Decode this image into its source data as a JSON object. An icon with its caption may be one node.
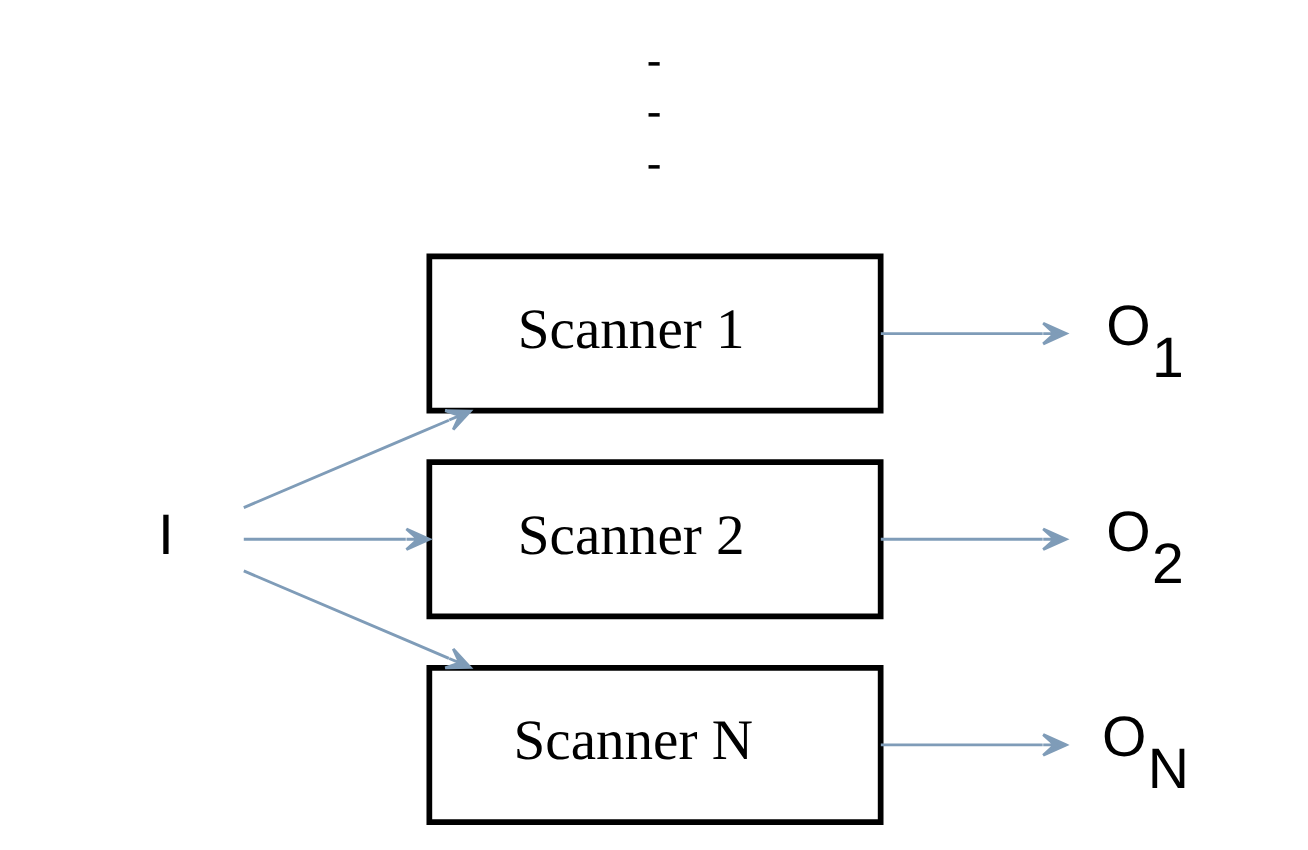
{
  "diagram": {
    "nodes": [
      {
        "text": [
          "I"
        ]
      },
      {
        "text": [
          "Scanner 1"
        ]
      },
      {
        "text": [
          "Scanner 2"
        ]
      },
      {
        "text": [
          "Scanner N"
        ]
      },
      {
        "text": [
          "O$_{1}$"
        ]
      },
      {
        "text": [
          "O$_{2}$"
        ]
      },
      {
        "text": [
          "O$_{N}$"
        ]
      }
    ],
    "edges": [
      {
        "from": 0,
        "to": 1,
        "arrow": "to"
      },
      {
        "from": 0,
        "to": 2,
        "arrow": "to"
      },
      {
        "from": 0,
        "to": 3,
        "arrow": "to"
      },
      {
        "from": 1,
        "to": 4,
        "arrow": "to"
      },
      {
        "from": 2,
        "to": 5,
        "arrow": "to"
      },
      {
        "from": 3,
        "to": 6,
        "arrow": "to"
      }
    ],
    "labels": [
      "-",
      "-",
      "-"
    ]
  }
}
